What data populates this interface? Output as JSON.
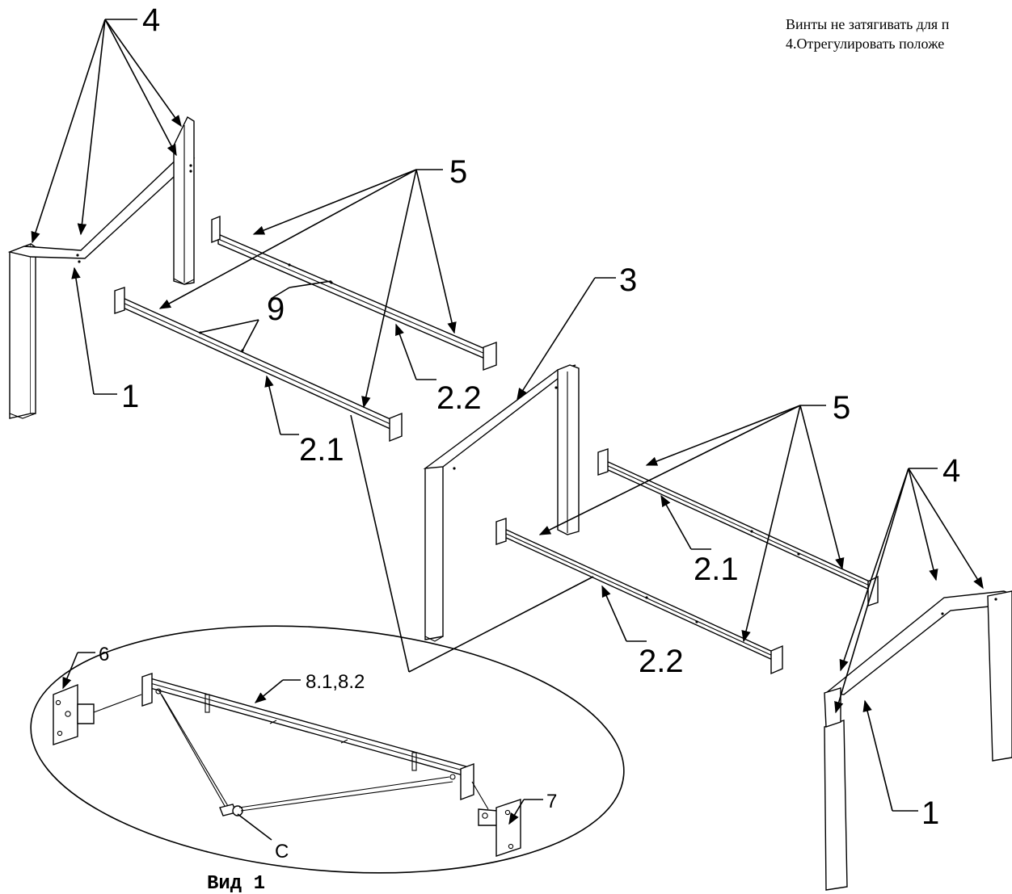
{
  "notes": {
    "line1": "Винты не затягивать для п",
    "line2": "4.Отрегулировать положе"
  },
  "labels": {
    "l4_top": "4",
    "l5_top": "5",
    "l9": "9",
    "l1_left": "1",
    "l2_2_top": "2.2",
    "l2_1_top": "2.1",
    "l3": "3",
    "l5_right": "5",
    "l4_right": "4",
    "l2_1_right": "2.1",
    "l2_2_right": "2.2",
    "l1_right": "1",
    "l6": "6",
    "l8": "8.1,8.2",
    "l7": "7",
    "lC": "C",
    "view": "Вид 1"
  }
}
